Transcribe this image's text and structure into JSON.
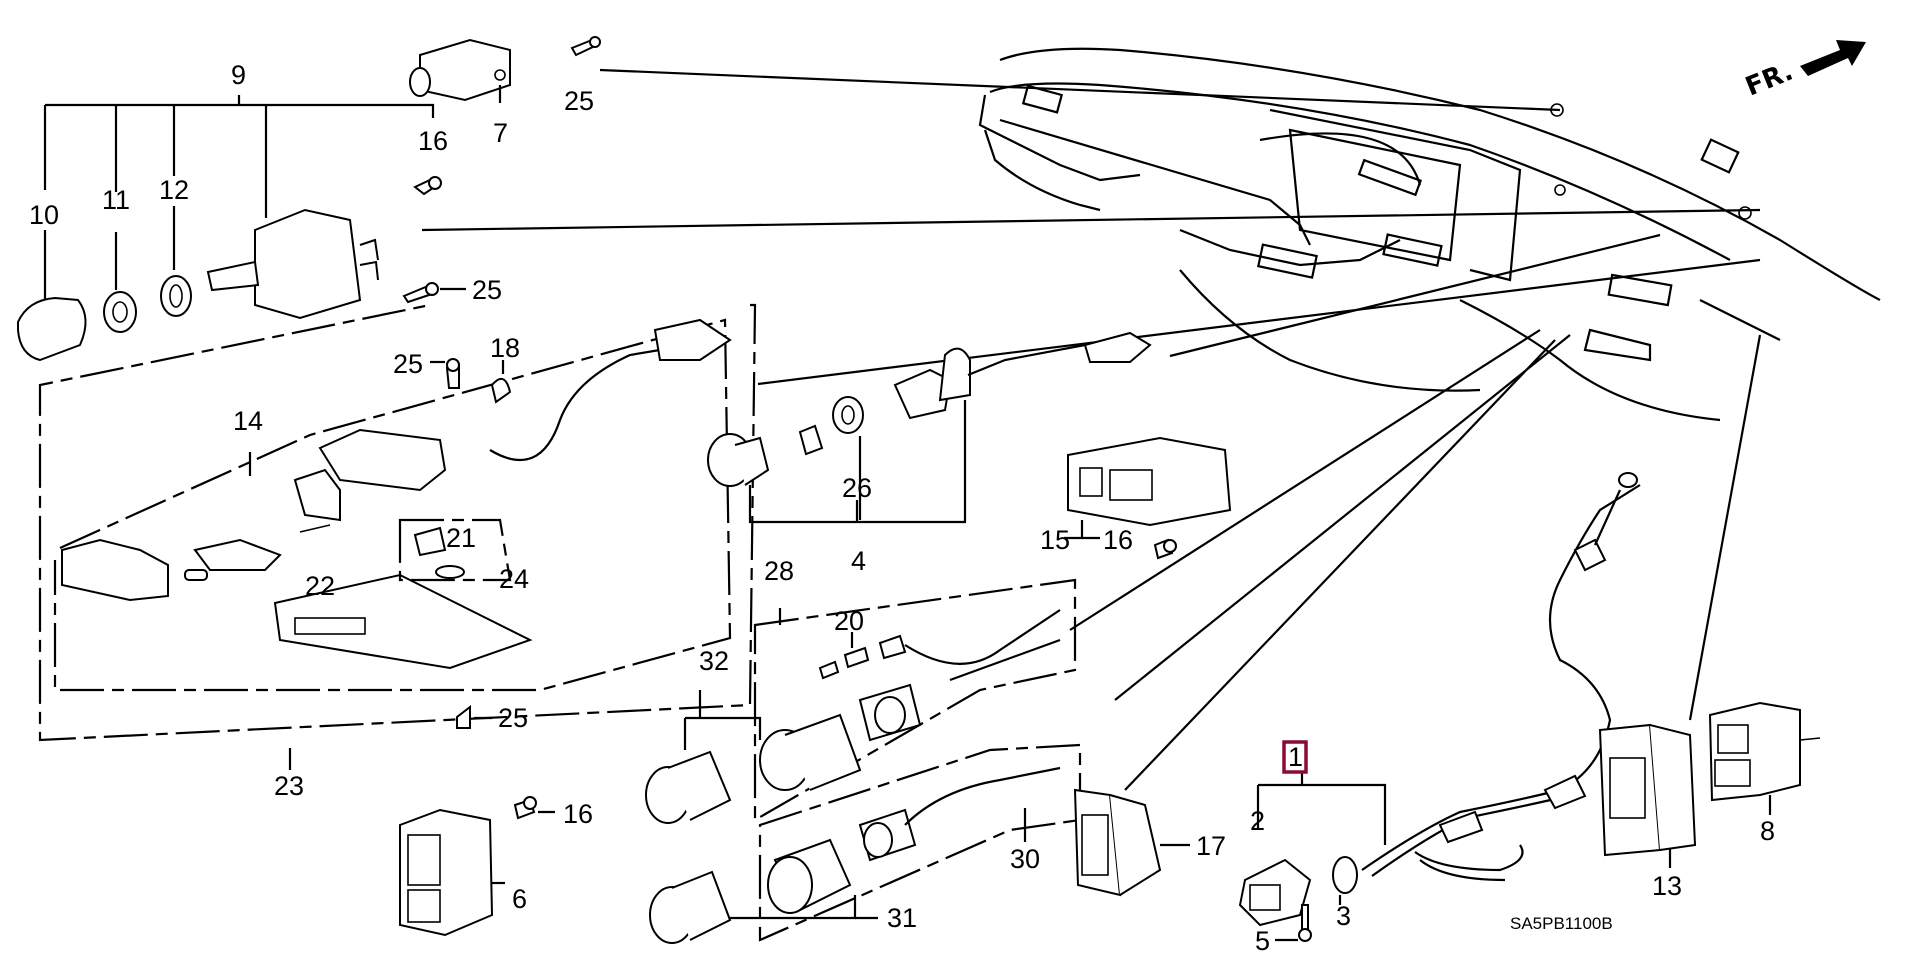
{
  "diagram": {
    "title": "Switch / Cigarette Lighter Parts Diagram",
    "diagram_code": "SA5PB1100B",
    "direction_indicator": "FR.",
    "highlighted_part": "1",
    "highlight_color": "#8b0a3a",
    "callouts": {
      "c1": "1",
      "c2": "2",
      "c3": "3",
      "c4": "4",
      "c5": "5",
      "c6": "6",
      "c7": "7",
      "c8": "8",
      "c9": "9",
      "c10": "10",
      "c11": "11",
      "c12": "12",
      "c13": "13",
      "c14": "14",
      "c15": "15",
      "c16a": "16",
      "c16b": "16",
      "c16c": "16",
      "c17": "17",
      "c18": "18",
      "c20": "20",
      "c21": "21",
      "c22": "22",
      "c23": "23",
      "c24": "24",
      "c25a": "25",
      "c25b": "25",
      "c25c": "25",
      "c25d": "25",
      "c26": "26",
      "c28": "28",
      "c30": "30",
      "c31": "31",
      "c32": "32"
    }
  }
}
